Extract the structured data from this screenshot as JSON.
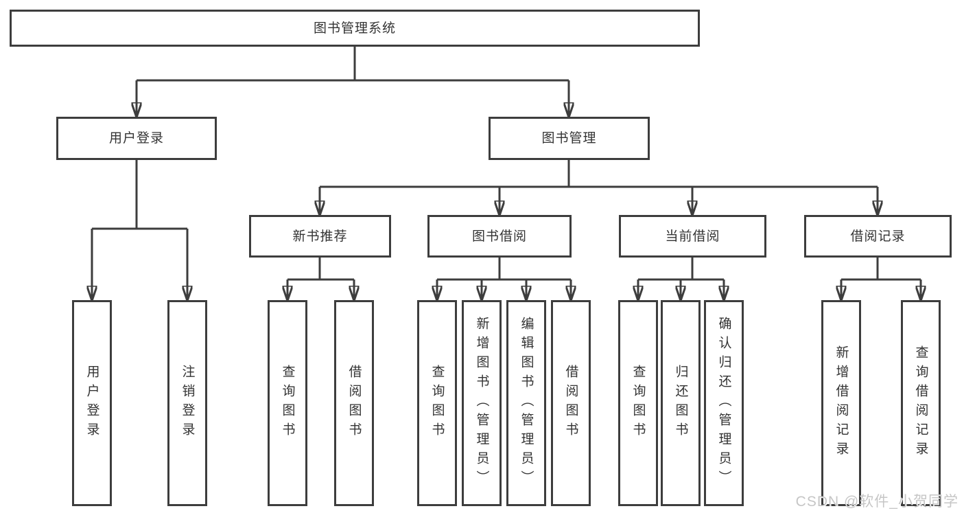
{
  "tree": {
    "root": {
      "label": "图书管理系统",
      "children": [
        {
          "label": "用户登录",
          "children": [
            {
              "label": "用户登录"
            },
            {
              "label": "注销登录"
            }
          ]
        },
        {
          "label": "图书管理",
          "children": [
            {
              "label": "新书推荐",
              "children": [
                {
                  "label": "查询图书"
                },
                {
                  "label": "借阅图书"
                }
              ]
            },
            {
              "label": "图书借阅",
              "children": [
                {
                  "label": "查询图书"
                },
                {
                  "label": "新增图书（管理员）"
                },
                {
                  "label": "编辑图书（管理员）"
                },
                {
                  "label": "借阅图书"
                }
              ]
            },
            {
              "label": "当前借阅",
              "children": [
                {
                  "label": "查询图书"
                },
                {
                  "label": "归还图书"
                },
                {
                  "label": "确认归还（管理员）"
                }
              ]
            },
            {
              "label": "借阅记录",
              "children": [
                {
                  "label": "新增借阅记录"
                },
                {
                  "label": "查询借阅记录"
                }
              ]
            }
          ]
        }
      ]
    }
  },
  "watermark": {
    "text": "CSDN @软件_小贺同学"
  },
  "colors": {
    "line": "#3d3d3d",
    "text": "#333333",
    "background": "#ffffff",
    "watermark": "#c6c6c6"
  }
}
